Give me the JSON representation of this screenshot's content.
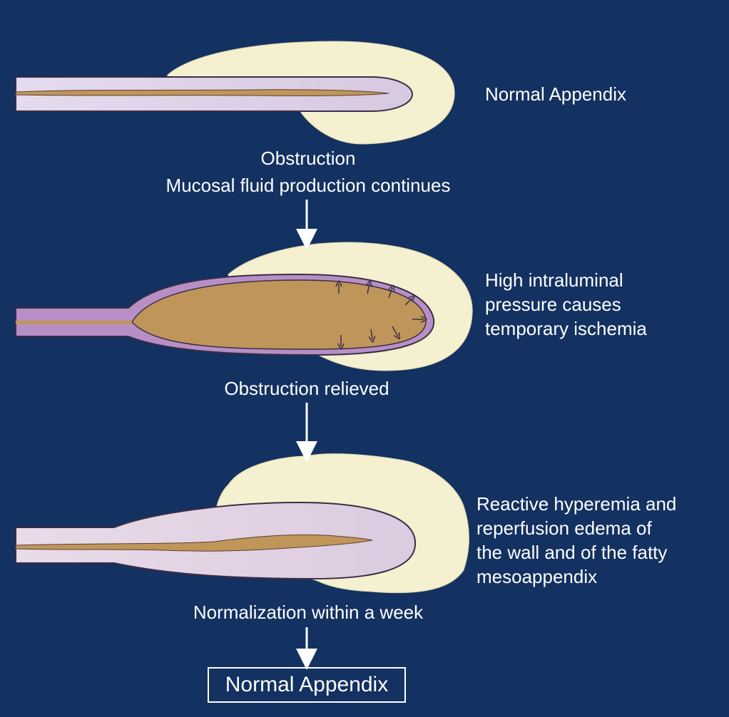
{
  "stages": [
    {
      "side_label": "Normal Appendix"
    },
    {
      "side_label": "High intraluminal\npressure causes\ntemporary ischemia"
    },
    {
      "side_label": "Reactive hyperemia and\nreperfusion edema of\nthe wall and of the fatty\nmesoappendix"
    }
  ],
  "transitions": [
    {
      "line1": "Obstruction",
      "line2": "Mucosal fluid production continues"
    },
    {
      "line1": "Obstruction relieved"
    },
    {
      "line1": "Normalization within a week"
    }
  ],
  "final_box": "Normal Appendix",
  "colors": {
    "background": "#133161",
    "fat": "#f5f0cf",
    "appendix_wall": "#dcd0e4",
    "lumen_content": "#c0955a",
    "outline": "#3a2f45",
    "arrow": "#ffffff"
  }
}
